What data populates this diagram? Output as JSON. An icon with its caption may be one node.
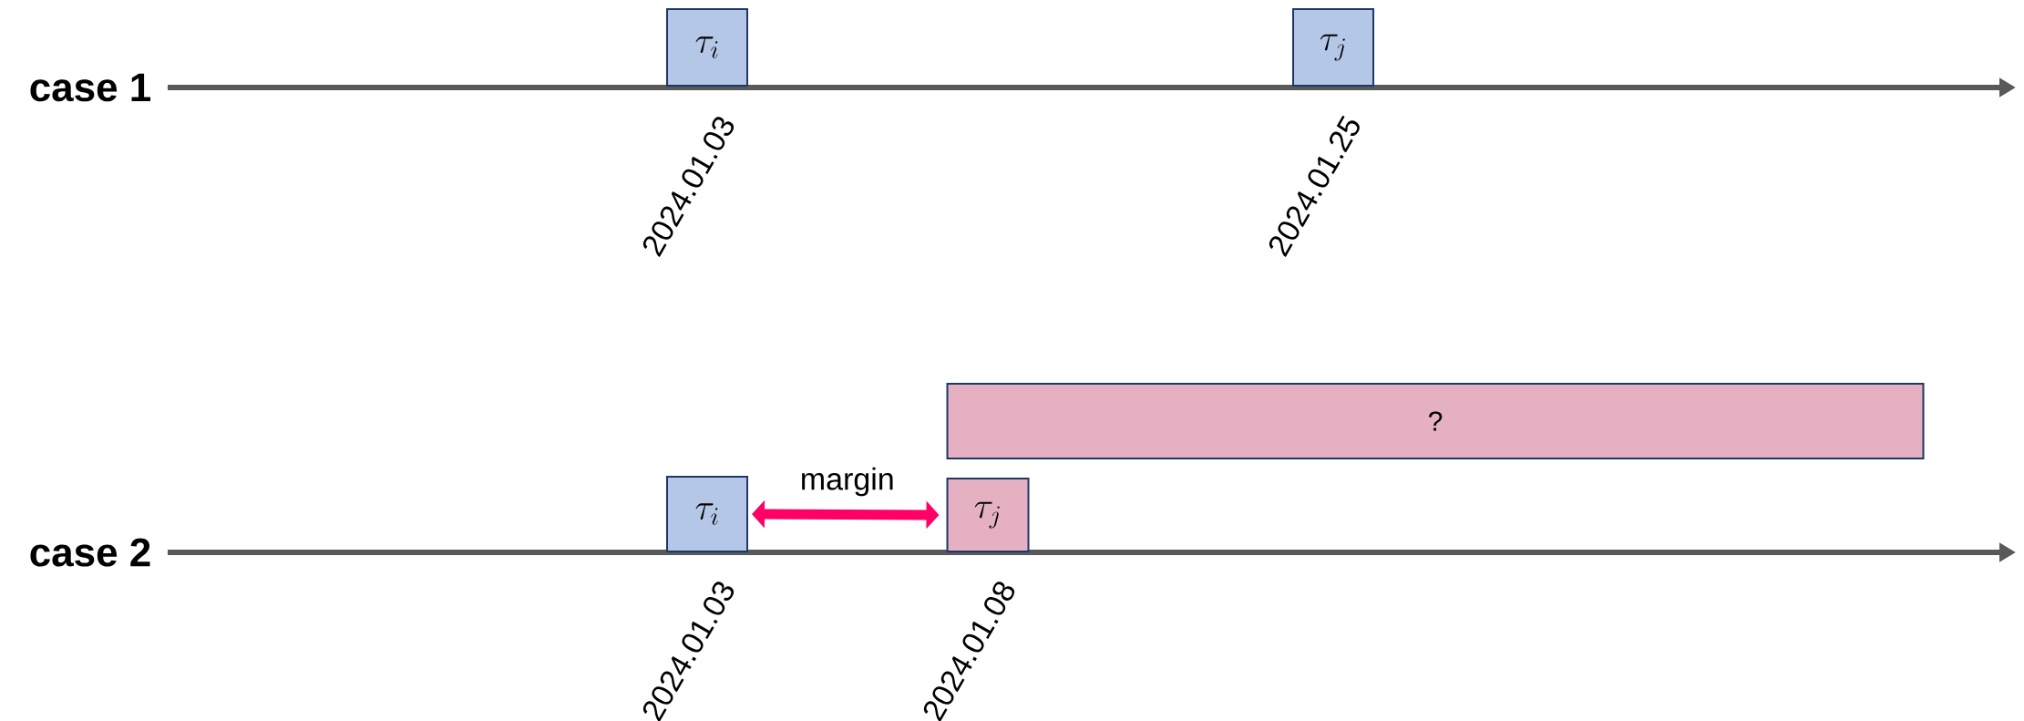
{
  "diagram": {
    "nodes": [
      {
        "text": [
          "\\tau_i"
        ],
        "beside": [
          "2024.01.03"
        ]
      },
      {
        "text": [
          "\\tau_j"
        ],
        "beside": [
          "2024.01.25"
        ]
      },
      {
        "text": [
          "?"
        ]
      },
      {
        "text": [
          "\\tau_i"
        ],
        "beside": [
          "2024.01.03"
        ]
      },
      {
        "text": [
          "\\tau_j"
        ],
        "beside": [
          "2024.01.08"
        ]
      }
    ],
    "edges": [
      {
        "from": 3,
        "to": 4,
        "arrow": "both",
        "label": "margin",
        "color": "#ff0066"
      }
    ],
    "labels": [
      "case 1",
      "case 2"
    ]
  }
}
